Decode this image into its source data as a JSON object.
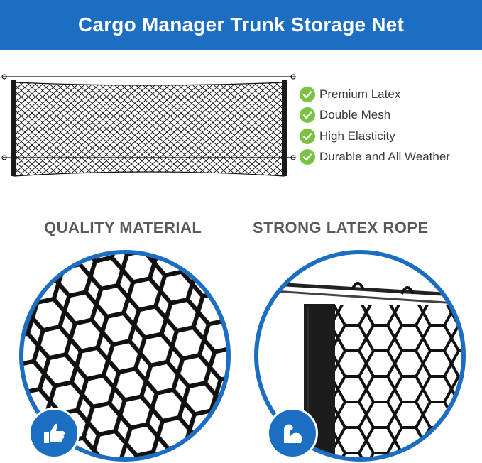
{
  "banner": {
    "title": "Cargo Manager Trunk Storage Net"
  },
  "features": [
    {
      "label": "Premium Latex",
      "icon": "check-circle-icon"
    },
    {
      "label": "Double Mesh",
      "icon": "check-circle-icon"
    },
    {
      "label": "High Elasticity",
      "icon": "check-circle-icon"
    },
    {
      "label": "Durable and All Weather",
      "icon": "check-circle-icon"
    }
  ],
  "sections": {
    "left": {
      "heading": "QUALITY MATERIAL",
      "badge_icon": "thumbs-up-icon"
    },
    "right": {
      "heading": "STRONG LATEX ROPE",
      "badge_icon": "flexed-arm-icon"
    }
  },
  "colors": {
    "brand_blue": "#1b6ec2",
    "check_green": "#7cc242",
    "net": "#111111"
  }
}
